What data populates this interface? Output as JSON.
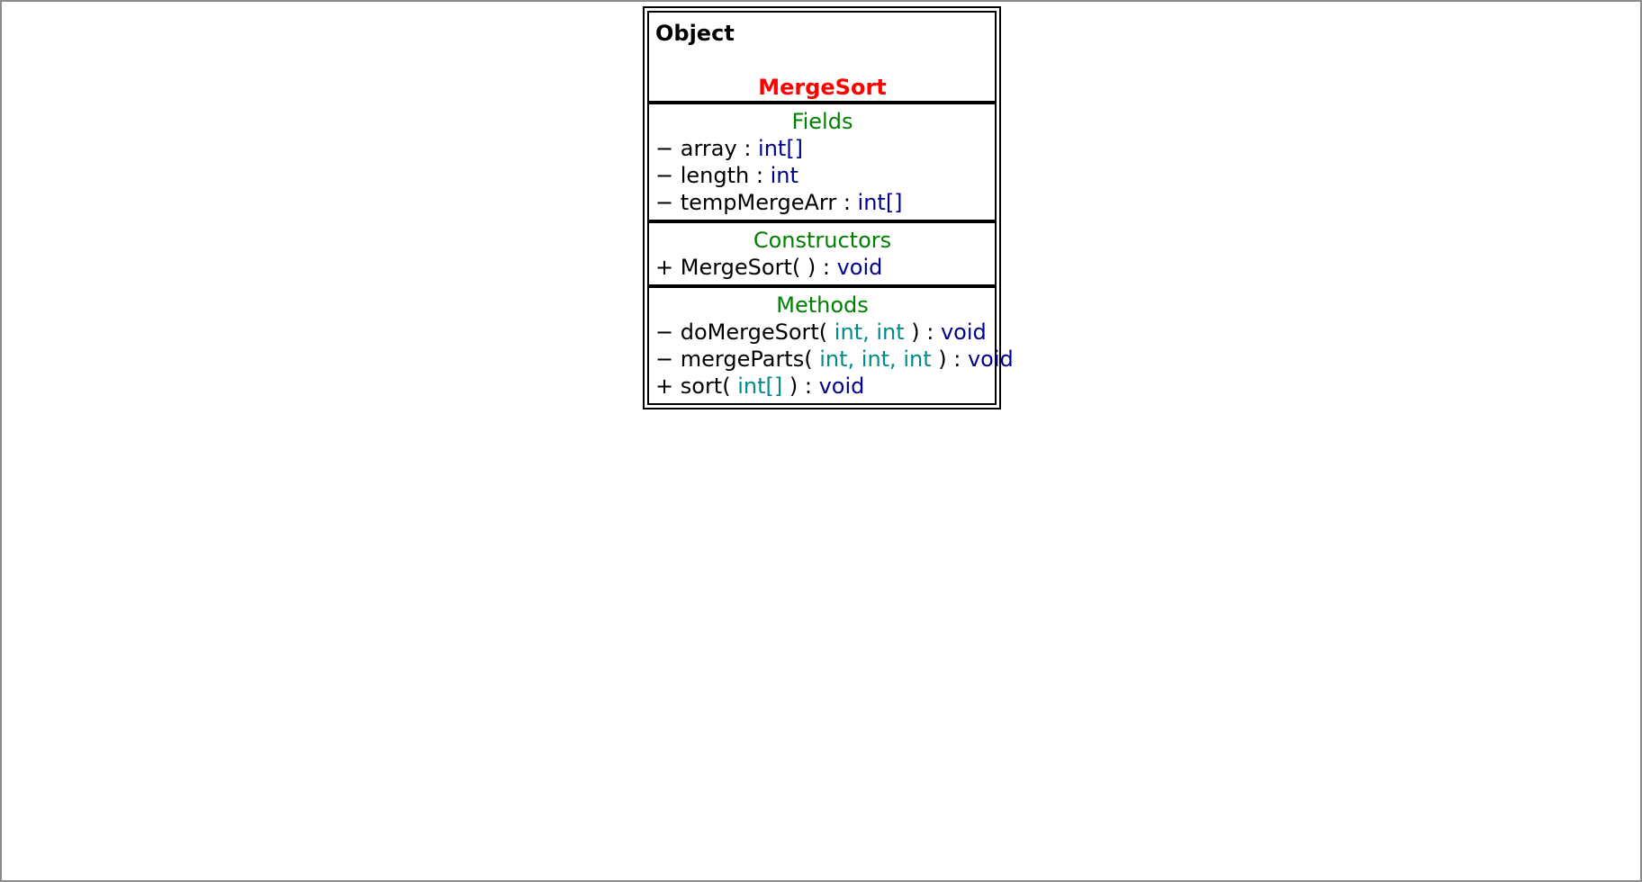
{
  "diagram": {
    "superclass": "Object",
    "class_name": "MergeSort",
    "colors": {
      "class_name": "#ff0000",
      "section_title": "#008000",
      "type": "#00008b",
      "param_type": "#008b8b"
    },
    "fields": {
      "title": "Fields",
      "items": [
        {
          "visibility": "−",
          "name": "array",
          "sep": " : ",
          "type": "int[]"
        },
        {
          "visibility": "−",
          "name": "length",
          "sep": " : ",
          "type": "int"
        },
        {
          "visibility": "−",
          "name": "tempMergeArr",
          "sep": " : ",
          "type": "int[]"
        }
      ]
    },
    "constructors": {
      "title": "Constructors",
      "items": [
        {
          "visibility": "+",
          "name": "MergeSort(",
          "params": "",
          "close": " )",
          "sep": " : ",
          "type": "void"
        }
      ]
    },
    "methods": {
      "title": "Methods",
      "items": [
        {
          "visibility": "−",
          "name": "doMergeSort(",
          "params": " int, int",
          "close": " )",
          "sep": " : ",
          "type": "void"
        },
        {
          "visibility": "−",
          "name": "mergeParts(",
          "params": " int, int, int",
          "close": " )",
          "sep": " : ",
          "type": "void"
        },
        {
          "visibility": "+",
          "name": "sort(",
          "params": " int[]",
          "close": " )",
          "sep": " : ",
          "type": "void"
        }
      ]
    }
  }
}
